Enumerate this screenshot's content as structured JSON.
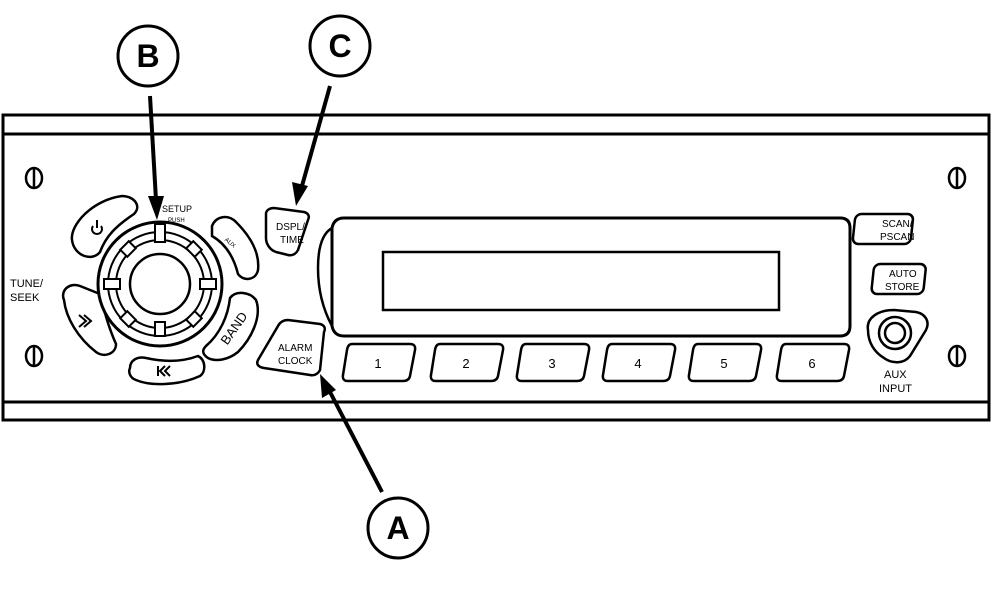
{
  "callouts": {
    "a": "A",
    "b": "B",
    "c": "C"
  },
  "left_labels": {
    "tune_seek_line1": "TUNE/",
    "tune_seek_line2": "SEEK"
  },
  "knob": {
    "setup": "SETUP",
    "push": "PUSH",
    "aux": "AUX",
    "band": "BAND",
    "power_icon": "power-icon",
    "next_icon": "next-track-icon",
    "prev_icon": "previous-track-icon"
  },
  "buttons": {
    "dspl_time_line1": "DSPL/",
    "dspl_time_line2": "TIME",
    "alarm_clock_line1": "ALARM",
    "alarm_clock_line2": "CLOCK",
    "scan_pscan_line1": "SCAN/",
    "scan_pscan_line2": "PSCAN",
    "auto_store_line1": "AUTO",
    "auto_store_line2": "STORE",
    "presets": [
      "1",
      "2",
      "3",
      "4",
      "5",
      "6"
    ]
  },
  "aux_input": {
    "line1": "AUX",
    "line2": "INPUT"
  },
  "colors": {
    "line": "#000000",
    "background": "#ffffff"
  }
}
